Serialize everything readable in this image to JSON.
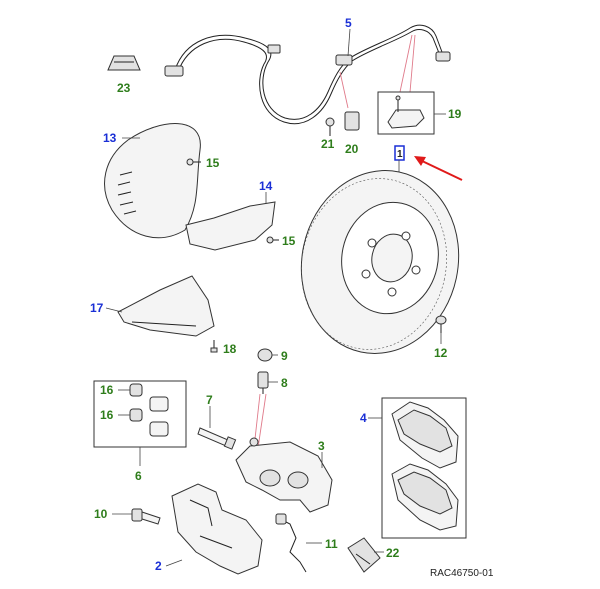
{
  "colors": {
    "green_label": "#2e7d1b",
    "blue_label": "#1a2fd6",
    "highlight_box": "#1a2fd6",
    "arrow": "#e01a1a",
    "pink_guide": "#e07a8a"
  },
  "callouts": {
    "c1": "1",
    "c2": "2",
    "c3": "3",
    "c4": "4",
    "c5": "5",
    "c6": "6",
    "c7": "7",
    "c8": "8",
    "c9": "9",
    "c10": "10",
    "c11": "11",
    "c12": "12",
    "c13": "13",
    "c14": "14",
    "c15a": "15",
    "c15b": "15",
    "c16a": "16",
    "c16b": "16",
    "c17": "17",
    "c18": "18",
    "c19": "19",
    "c20": "20",
    "c21": "21",
    "c22": "22",
    "c23": "23"
  },
  "reference_code": "RAC46750-01"
}
